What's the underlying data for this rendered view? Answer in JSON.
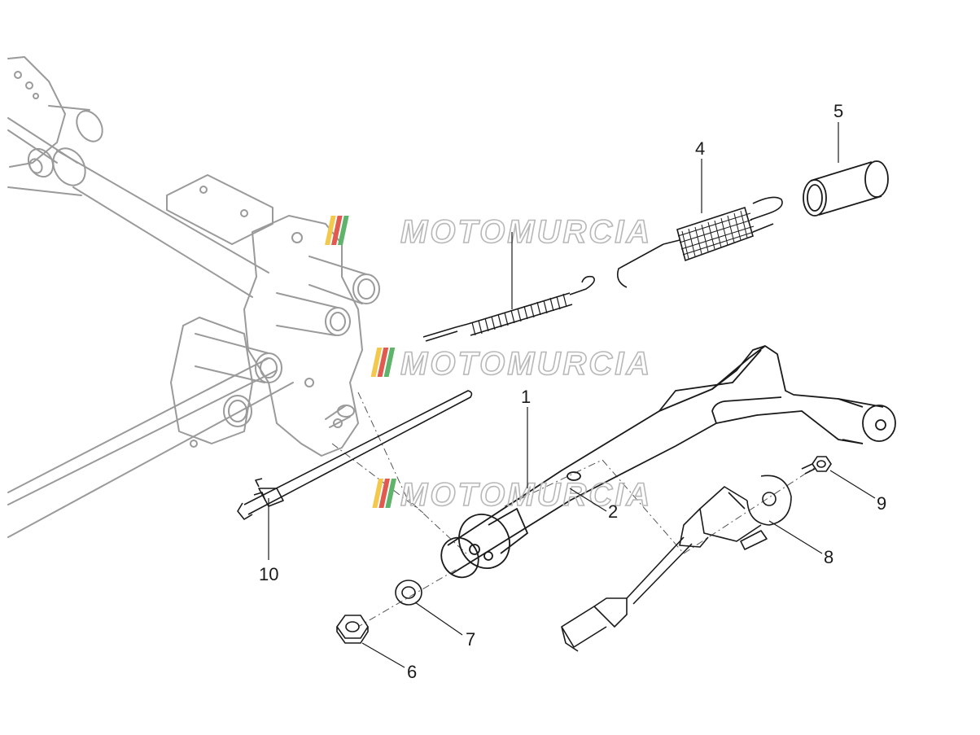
{
  "diagram": {
    "callouts": [
      {
        "id": "1",
        "label": "1"
      },
      {
        "id": "2",
        "label": "2"
      },
      {
        "id": "4",
        "label": "4"
      },
      {
        "id": "5",
        "label": "5"
      },
      {
        "id": "6",
        "label": "6"
      },
      {
        "id": "7",
        "label": "7"
      },
      {
        "id": "8",
        "label": "8"
      },
      {
        "id": "9",
        "label": "9"
      },
      {
        "id": "10",
        "label": "10"
      }
    ],
    "watermark": "MOTOMURCIA"
  },
  "colors": {
    "line": "#1a1a1a",
    "faded_line": "#9a9a9a",
    "watermark_text": "#b8b8b8",
    "watermark_stripes": [
      "#f2c94c",
      "#e05a4f",
      "#5fb36a",
      "#9aa0a6"
    ]
  }
}
